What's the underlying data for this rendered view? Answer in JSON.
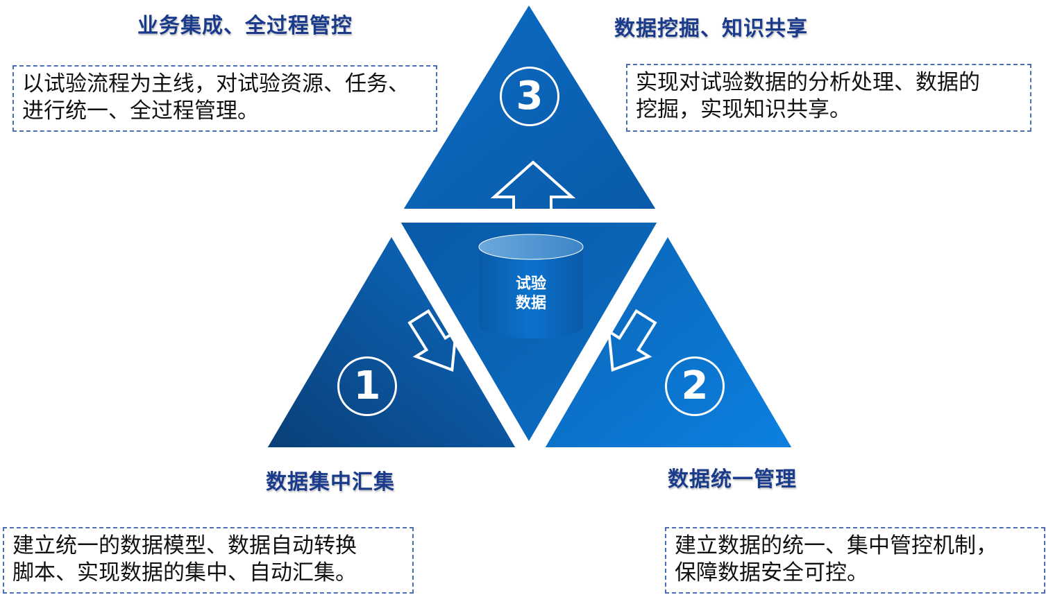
{
  "center": {
    "line1": "试验",
    "line2": "数据"
  },
  "sections": [
    {
      "number": "1",
      "title": "数据集中汇集",
      "desc_line1": "建立统一的数据模型、数据自动转换",
      "desc_line2": "脚本、实现数据的集中、自动汇集。"
    },
    {
      "number": "2",
      "title": "数据统一管理",
      "desc_line1": "建立数据的统一、集中管控机制，",
      "desc_line2": "保障数据安全可控。"
    },
    {
      "number": "3",
      "title": "数据挖掘、知识共享",
      "desc_line1": "实现对试验数据的分析处理、数据的",
      "desc_line2": "挖掘，实现知识共享。"
    }
  ],
  "top_left": {
    "title": "业务集成、全过程管控",
    "desc_line1": "以试验流程为主线，对试验资源、任务、",
    "desc_line2": "进行统一、全过程管理。"
  },
  "colors": {
    "dark_blue": "#0a4a8a",
    "mid_blue": "#0a64b4",
    "light_blue": "#0c7ad8",
    "title_blue": "#1a3a8c",
    "border": "#4a6fb5"
  }
}
